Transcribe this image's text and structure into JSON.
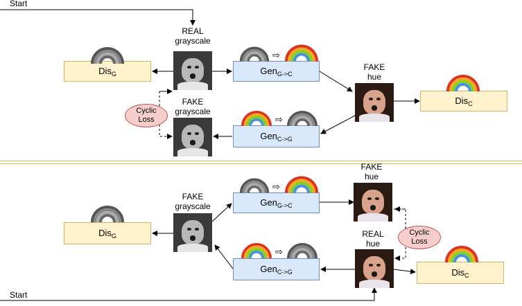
{
  "start_label": "Start",
  "labels": {
    "real_grayscale": [
      "REAL",
      "grayscale"
    ],
    "fake_grayscale": [
      "FAKE",
      "grayscale"
    ],
    "fake_hue": [
      "FAKE",
      "hue"
    ],
    "real_hue": [
      "REAL",
      "hue"
    ]
  },
  "boxes": {
    "dis_g": {
      "base": "Dis",
      "sub": "G"
    },
    "dis_c": {
      "base": "Dis",
      "sub": "C"
    },
    "gen_g_to_c": {
      "base": "Gen",
      "sub": "G->C"
    },
    "gen_c_to_g": {
      "base": "Gen",
      "sub": "C->G"
    }
  },
  "cyclic_loss": [
    "Cyclic",
    "Loss"
  ],
  "arrow_glyph": "⇨",
  "colors": {
    "dis_fill": "#fff2cc",
    "gen_fill": "#dae8fc",
    "cyclic_fill": "#f8cecc",
    "separator": "#d6b656"
  },
  "icons": [
    "rainbow-icon",
    "grayscale-rainbow-icon",
    "grayscale-photo-icon",
    "color-photo-icon"
  ]
}
